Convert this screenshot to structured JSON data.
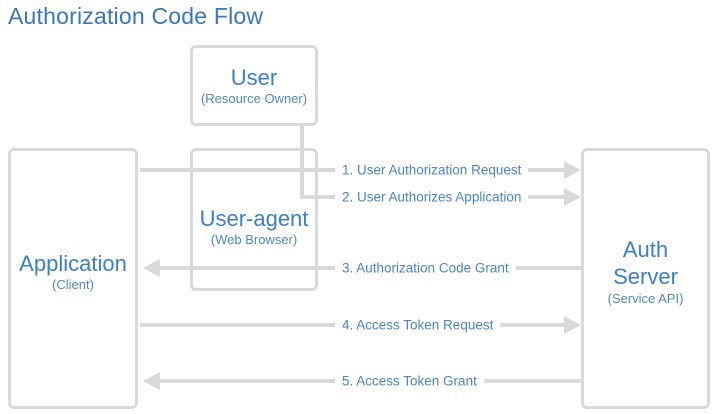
{
  "title": "Authorization Code Flow",
  "colors": {
    "title_text": "#3878ba",
    "node_label_text": "#3c80c3",
    "node_sublabel_text": "#4f88c5",
    "flow_label_text": "#4a85c6",
    "line_gray": "#d9d9d9",
    "background": "#ffffff"
  },
  "nodes": {
    "user": {
      "label": "User",
      "sublabel": "(Resource Owner)"
    },
    "user_agent": {
      "label": "User-agent",
      "sublabel": "(Web Browser)"
    },
    "application": {
      "label": "Application",
      "sublabel": "(Client)"
    },
    "auth_server": {
      "label": "Auth Server",
      "sublabel": "(Service API)"
    }
  },
  "flows": [
    {
      "step": 1,
      "label": "1. User Authorization Request",
      "from": "Application (Client)",
      "to": "Auth Server (Service API)",
      "direction": "right"
    },
    {
      "step": 2,
      "label": "2. User Authorizes Application",
      "from": "User (Resource Owner)",
      "to": "Auth Server (Service API)",
      "direction": "right"
    },
    {
      "step": 3,
      "label": "3. Authorization Code Grant",
      "from": "Auth Server (Service API)",
      "to": "Application (Client)",
      "direction": "left"
    },
    {
      "step": 4,
      "label": "4. Access Token Request",
      "from": "Application (Client)",
      "to": "Auth Server (Service API)",
      "direction": "right"
    },
    {
      "step": 5,
      "label": "5. Access Token Grant",
      "from": "Auth Server (Service API)",
      "to": "Application (Client)",
      "direction": "left"
    }
  ]
}
